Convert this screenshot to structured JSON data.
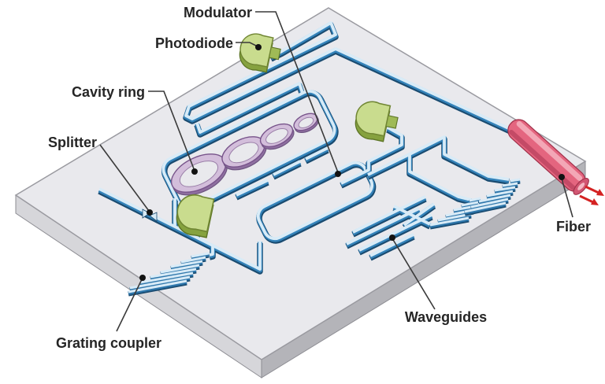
{
  "diagram": {
    "type": "isometric-illustration",
    "subject": "Photonic integrated circuit chip",
    "labels": {
      "modulator": "Modulator",
      "photodiode": "Photodiode",
      "cavity_ring": "Cavity ring",
      "splitter": "Splitter",
      "grating_coupler": "Grating coupler",
      "waveguides": "Waveguides",
      "fiber": "Fiber"
    },
    "components": [
      {
        "id": "photodiode",
        "label": "Photodiode",
        "color": "#c9dc8e",
        "count_visible": 3
      },
      {
        "id": "cavity-ring",
        "label": "Cavity ring",
        "color": "#d3bedb",
        "count_visible": 4
      },
      {
        "id": "modulator",
        "label": "Modulator",
        "color": "#3382b9",
        "count_visible": 1
      },
      {
        "id": "splitter",
        "label": "Splitter",
        "color": "#3382b9",
        "count_visible": 1
      },
      {
        "id": "grating-coupler",
        "label": "Grating coupler",
        "color": "#2d76ab",
        "count_visible": 3
      },
      {
        "id": "waveguides",
        "label": "Waveguides",
        "color": "#3382b9"
      },
      {
        "id": "fiber",
        "label": "Fiber",
        "color": "#e4657f",
        "count_visible": 1
      }
    ],
    "colors": {
      "background": "#ffffff",
      "chip_top": "#e9e9ed",
      "chip_side_right": "#b7b7bc",
      "chip_side_left": "#d8d8dc",
      "chip_outline": "#97979d",
      "waveguide_top": "#d8ebf7",
      "waveguide_mid": "#3382b9",
      "waveguide_dark": "#1a4b70",
      "ring_top": "#d3bedb",
      "ring_side": "#8f6fa0",
      "ring_outline": "#77538a",
      "photodiode_top": "#c9dc8e",
      "photodiode_side": "#86a23f",
      "fiber_body": "#e4657f",
      "fiber_highlight": "#f3a7b6",
      "fiber_outline": "#a03049",
      "light_arrow_red": "#d42222",
      "label_text": "#252525",
      "leader_line": "#3a3a3a"
    }
  }
}
